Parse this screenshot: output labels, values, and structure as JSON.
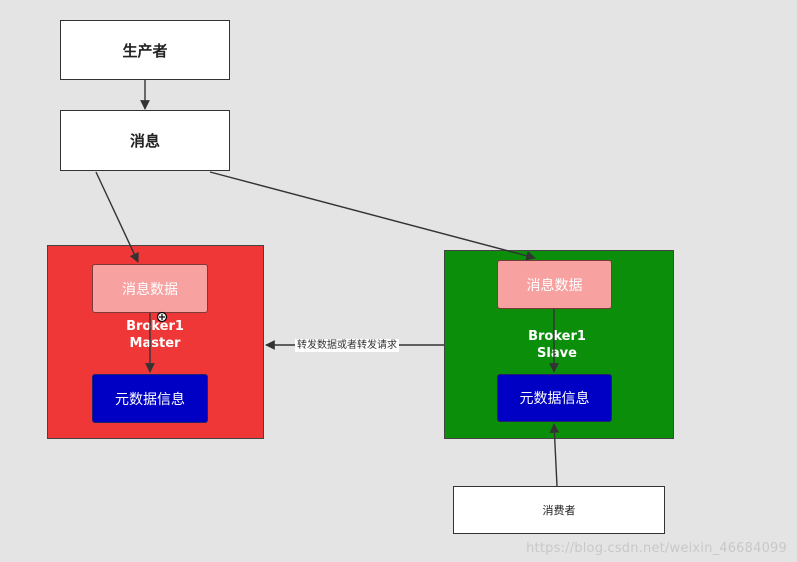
{
  "nodes": {
    "producer": "生产者",
    "message": "消息",
    "consumer": "消费者"
  },
  "master": {
    "message_data": "消息数据",
    "broker_name": "Broker1",
    "role": "Master",
    "metadata": "元数据信息"
  },
  "slave": {
    "message_data": "消息数据",
    "broker_name": "Broker1",
    "role": "Slave",
    "metadata": "元数据信息"
  },
  "edges": {
    "forward_label": "转发数据或者转发请求"
  },
  "watermark": "https://blog.csdn.net/weixin_46684099",
  "colors": {
    "background": "#e4e4e4",
    "master_fill": "#f03737",
    "slave_fill": "#0b8f0b",
    "message_data_fill": "#f7a1a1",
    "metadata_fill": "#0000c4"
  }
}
